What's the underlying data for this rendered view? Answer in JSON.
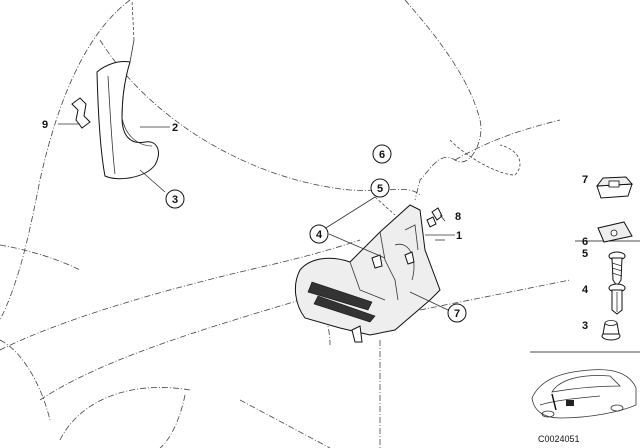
{
  "callouts": {
    "c1": "1",
    "c2": "2",
    "c3": "3",
    "c4": "4",
    "c5": "5",
    "c6": "6",
    "c7": "7",
    "c8": "8",
    "c9": "9"
  },
  "legend": {
    "l7": "7",
    "l6": "6",
    "l5": "5",
    "l4": "4",
    "l3": "3"
  },
  "doc_code": "C0024051"
}
